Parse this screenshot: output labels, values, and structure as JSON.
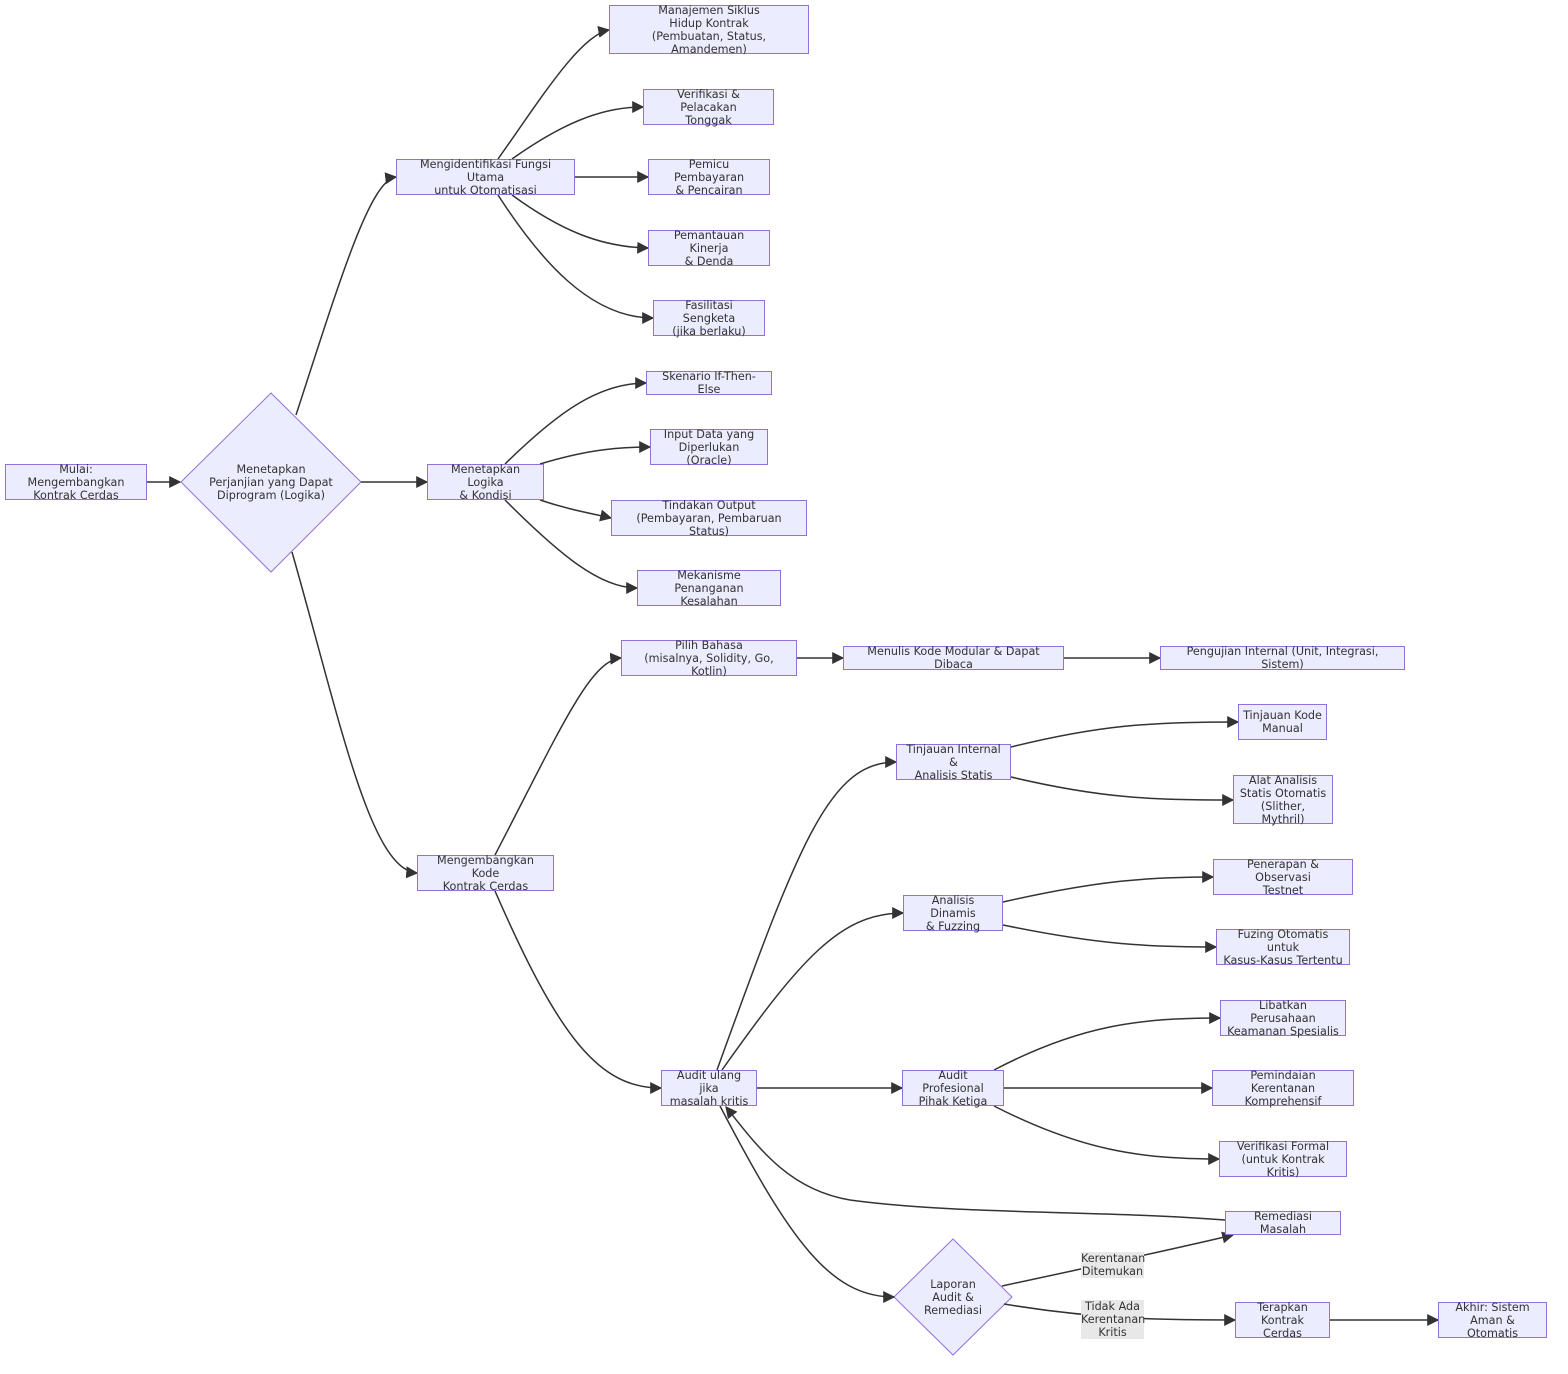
{
  "colors": {
    "node_fill": "#ECECFF",
    "node_border": "#9370DB",
    "text": "#333333",
    "edge": "#333333",
    "edge_label_bg": "#e8e8e8"
  },
  "nodes": {
    "start": "Mulai: Mengembangkan\nKontrak Cerdas",
    "define": "Menetapkan\nPerjanjian yang Dapat\nDiprogram (Logika)",
    "identify": "Mengidentifikasi Fungsi Utama\nuntuk Otomatisasi",
    "lifecycle": "Manajemen Siklus\nHidup Kontrak\n(Pembuatan, Status, Amandemen)",
    "verify": "Verifikasi & Pelacakan\nTonggak",
    "payment": "Pemicu Pembayaran\n& Pencairan",
    "performance": "Pemantauan Kinerja\n& Denda",
    "dispute": "Fasilitasi Sengketa\n(jika berlaku)",
    "logic": "Menetapkan Logika\n& Kondisi",
    "ifthen": "Skenario If-Then-Else",
    "input": "Input Data yang\nDiperlukan (Oracle)",
    "output": "Tindakan Output\n(Pembayaran, Pembaruan Status)",
    "error": "Mekanisme Penanganan\nKesalahan",
    "develop": "Mengembangkan Kode\nKontrak Cerdas",
    "language": "Pilih Bahasa\n(misalnya, Solidity, Go, Kotlin)",
    "modular": "Menulis Kode Modular & Dapat Dibaca",
    "testing": "Pengujian Internal (Unit, Integrasi, Sistem)",
    "reaudit": "Audit ulang jika\nmasalah kritis",
    "internal": "Tinjauan Internal &\nAnalisis Statis",
    "manual": "Tinjauan Kode\nManual",
    "static": "Alat Analisis\nStatis Otomatis\n(Slither, Mythril)",
    "dynamic": "Analisis Dinamis\n& Fuzzing",
    "testnet": "Penerapan & Observasi\nTestnet",
    "fuzz": "Fuzing Otomatis untuk\nKasus-Kasus Tertentu",
    "pro": "Audit Profesional\nPihak Ketiga",
    "firm": "Libatkan Perusahaan\nKeamanan Spesialis",
    "scan": "Pemindaian Kerentanan\nKomprehensif",
    "formal": "Verifikasi Formal\n(untuk Kontrak Kritis)",
    "remed": "Remediasi Masalah",
    "report": "Laporan\nAudit &\nRemediasi",
    "deploy": "Terapkan\nKontrak Cerdas",
    "end": "Akhir: Sistem\nAman & Otomatis"
  },
  "edge_labels": {
    "found": "Kerentanan\nDitemukan",
    "none": "Tidak Ada\nKerentanan\nKritis"
  }
}
